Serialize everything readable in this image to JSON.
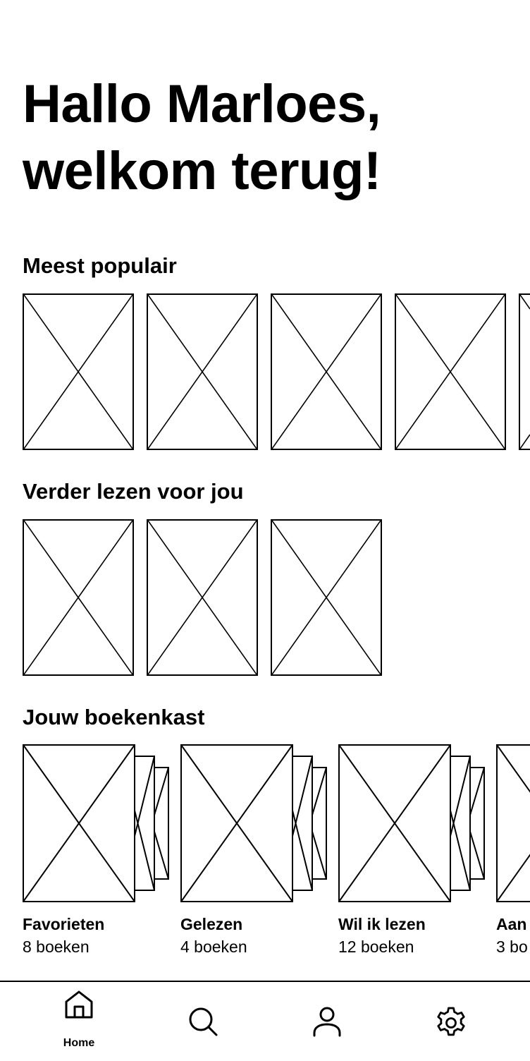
{
  "greeting": {
    "line1": "Hallo Marloes,",
    "line2": "welkom terug!"
  },
  "sections": {
    "popular": {
      "title": "Meest populair",
      "covers": [
        "book-cover-placeholder",
        "book-cover-placeholder",
        "book-cover-placeholder",
        "book-cover-placeholder",
        "book-cover-placeholder"
      ]
    },
    "continue_reading": {
      "title": "Verder lezen voor jou",
      "covers": [
        "book-cover-placeholder",
        "book-cover-placeholder",
        "book-cover-placeholder"
      ]
    },
    "bookshelf": {
      "title": "Jouw boekenkast",
      "shelves": [
        {
          "name": "Favorieten",
          "count": "8 boeken"
        },
        {
          "name": "Gelezen",
          "count": "4 boeken"
        },
        {
          "name": "Wil ik lezen",
          "count": "12 boeken"
        },
        {
          "name": "Aan",
          "count": "3 bo"
        }
      ]
    }
  },
  "tabbar": {
    "tabs": [
      {
        "label": "Home",
        "icon": "home-icon",
        "active": true
      },
      {
        "label": "",
        "icon": "search-icon",
        "active": false
      },
      {
        "label": "",
        "icon": "user-icon",
        "active": false
      },
      {
        "label": "",
        "icon": "gear-icon",
        "active": false
      }
    ]
  },
  "colors": {
    "background": "#ffffff",
    "foreground": "#000000"
  }
}
